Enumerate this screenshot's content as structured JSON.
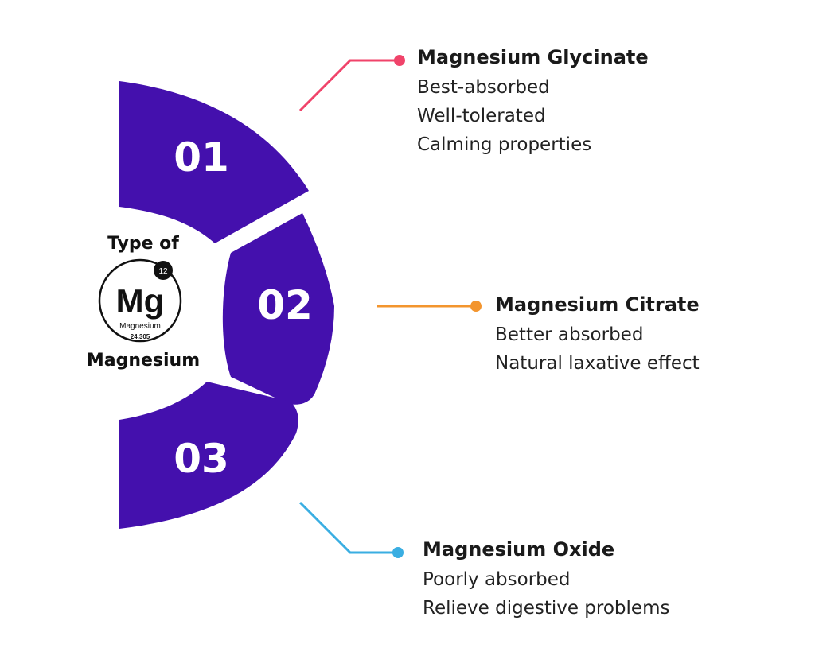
{
  "center": {
    "top_label": "Type of",
    "bottom_label": "Magnesium",
    "element": {
      "symbol": "Mg",
      "atomic_number": "12",
      "name": "Magnesium",
      "mass": "24.305"
    }
  },
  "segments": [
    {
      "number": "01",
      "color": "#4410AD"
    },
    {
      "number": "02",
      "color": "#4410AD"
    },
    {
      "number": "03",
      "color": "#4410AD"
    }
  ],
  "items": [
    {
      "title": "Magnesium Glycinate",
      "lines": [
        "Best-absorbed",
        "Well-tolerated",
        "Calming properties"
      ],
      "connector_color": "#F0436A"
    },
    {
      "title": "Magnesium Citrate",
      "lines": [
        "Better absorbed",
        "Natural laxative effect"
      ],
      "connector_color": "#F3952E"
    },
    {
      "title": "Magnesium Oxide",
      "lines": [
        "Poorly absorbed",
        "Relieve digestive problems"
      ],
      "connector_color": "#3AAEE2"
    }
  ]
}
